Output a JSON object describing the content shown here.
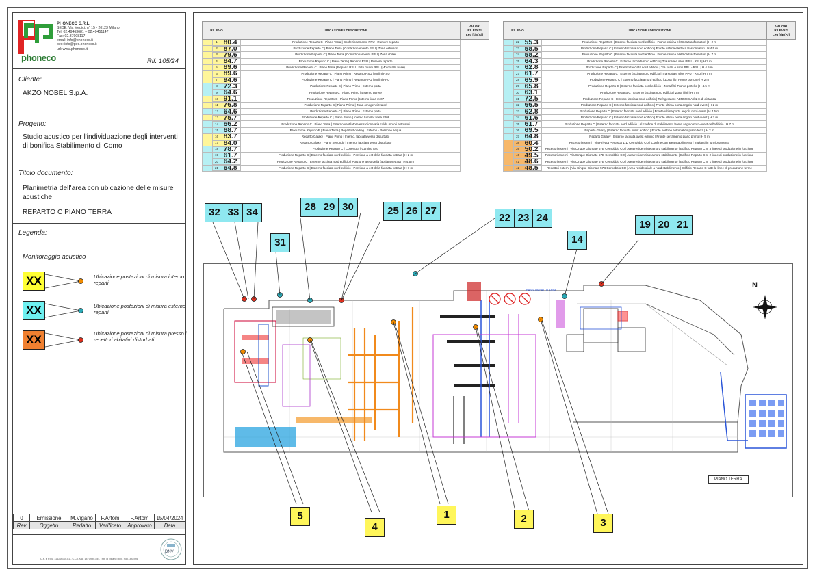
{
  "company": {
    "name": "PHONECO S.R.L.",
    "lines": [
      "SEDE: Via Medici, n° 15 - 20123 Milano",
      "Tel: 02.49463681 – 02.49451147",
      "Fax: 02.37908117",
      "email: info@phoneco.it",
      "pec: info@pec.phoneco.it",
      "url: www.phoneco.it"
    ],
    "logo_text": "phoneco"
  },
  "reference": "Rif. 105/24",
  "client": {
    "label": "Cliente:",
    "value": "AKZO NOBEL S.p.A."
  },
  "project": {
    "label": "Progetto:",
    "value": "Studio acustico per l'individuazione degli interventi di bonifica Stabilimento di Como"
  },
  "document_title": {
    "label": "Titolo documento:",
    "value1": "Planimetria dell'area con ubicazione delle misure acustiche",
    "value2": "REPARTO C PIANO TERRA"
  },
  "legend": {
    "label": "Legenda:",
    "subtitle": "Monitoraggio acustico",
    "items": [
      {
        "code": "XX",
        "color": "#ffff33",
        "dot": "#f28c00",
        "text": "Ubicazione postazioni di misura interno reparti"
      },
      {
        "code": "XX",
        "color": "#6ef0f0",
        "dot": "#2aa9b6",
        "text": "Ubicazione postazioni di misura esterno reparti"
      },
      {
        "code": "XX",
        "color": "#f08030",
        "dot": "#e0301e",
        "text": "Ubicazione postazioni di misura presso i recettori abitativi disturbati"
      }
    ]
  },
  "revision": {
    "row": [
      "0",
      "Emissione",
      "M.Viganò",
      "F.Artom",
      "F.Artom",
      "15/04/2024"
    ],
    "header": [
      "Rev",
      "Oggetto",
      "Redatto",
      "Verificato",
      "Approvato",
      "Data"
    ]
  },
  "certification": {
    "mark": "DNV",
    "text": "C.F. e P.Iva 11626630151 - C.C.I.A.A. 1470990-Mi - Trib. di Milano Reg. Soc. 384998"
  },
  "table_headers": {
    "rilievo": "RILIEVO",
    "ubicazione": "UBICAZIONE / DESCRIZIONE",
    "valori_1": "VALORI",
    "valori_2": "RILEVATI",
    "valori_3": "Leq [dB(A)]"
  },
  "table_left": [
    {
      "n": "1",
      "desc": "Produzione Reparto C | Piano Terra | Confezionamento PPU | Rumore reparto",
      "v": "80.4",
      "c": "#fff69a"
    },
    {
      "n": "2",
      "desc": "Produzione Reparto C | Piano Terra | Confezionamento PPU | Zona estrusori",
      "v": "87.0",
      "c": "#fff69a"
    },
    {
      "n": "3",
      "desc": "Produzione Reparto C | Piano Terra | Confezionamento PPU | Zona chiller",
      "v": "79.6",
      "c": "#fff69a"
    },
    {
      "n": "4",
      "desc": "Produzione Reparto C | Piano Terra | Reparto RSU | Rumore reparto",
      "v": "84.7",
      "c": "#fff69a"
    },
    {
      "n": "5",
      "desc": "Produzione Reparto C | Piano Terra | Reparto RSU | Filtri mulini RSU (Motori alla base)",
      "v": "89.6",
      "c": "#fff69a"
    },
    {
      "n": "6",
      "desc": "Produzione Reparto C | Piano Primo | Reparto RSU | Mulini RSU",
      "v": "89.6",
      "c": "#fff69a"
    },
    {
      "n": "7",
      "desc": "Produzione Reparto C | Piano Primo | Reparto PPU | Mulini PPU",
      "v": "94.6",
      "c": "#fff69a"
    },
    {
      "n": "8",
      "desc": "Produzione Reparto C | Piano Primo | Esterno porta",
      "v": "72.3",
      "c": "#b6f0f4"
    },
    {
      "n": "9",
      "desc": "Produzione Reparto C | Piano Primo | Esterno parete",
      "v": "64.6",
      "c": "#b6f0f4"
    },
    {
      "n": "10",
      "desc": "Produzione Reparto C | Piano Primo | Interno linea 2407",
      "v": "91.1",
      "c": "#fff69a"
    },
    {
      "n": "11",
      "desc": "Produzione Reparto C | Piano Primo | Zona omogeneizzatori",
      "v": "76.8",
      "c": "#fff69a"
    },
    {
      "n": "12",
      "desc": "Produzione Reparto C | Piano Primo | Esterno porta",
      "v": "64.6",
      "c": "#b6f0f4"
    },
    {
      "n": "13",
      "desc": "Produzione Reparto C | Piano Primo | Interno tumbler linea 2208",
      "v": "75.7",
      "c": "#fff69a"
    },
    {
      "n": "14",
      "desc": "Produzione Reparto C | Piano Terra | Esterno ventilatore estrazione aria calda motori estrusori",
      "v": "66.2",
      "c": "#b6f0f4"
    },
    {
      "n": "15",
      "desc": "Produzione Reparto B | Piano Terra | Reparto Bonding | Esterno - Polmone acqua",
      "v": "68.7",
      "c": "#b6f0f4"
    },
    {
      "n": "16",
      "desc": "Reparto Galaxy | Piano Primo | Interno, facciata verso disturbato",
      "v": "83.7",
      "c": "#fff69a"
    },
    {
      "n": "17",
      "desc": "Reparto Galaxy | Piano Secondo | Interno, facciata verso disturbato",
      "v": "84.0",
      "c": "#fff69a"
    },
    {
      "n": "18",
      "desc": "Produzione Reparto C | Copertura | Camino E07",
      "v": "78.7",
      "c": "#b6f0f4"
    },
    {
      "n": "19",
      "desc": "Produzione Reparto C | Esterno facciata nord edificio | Porzione a est della facciata vetrata | H 2 m",
      "v": "61.7",
      "c": "#b6f0f4"
    },
    {
      "n": "20",
      "desc": "Produzione Reparto C | Esterno facciata nord edificio | Porzione a est della facciata vetrata | H 4.5 m",
      "v": "64.2",
      "c": "#b6f0f4"
    },
    {
      "n": "21",
      "desc": "Produzione Reparto C | Esterno facciata nord edificio | Porzione a est della facciata vetrata | H 7 m",
      "v": "64.8",
      "c": "#b6f0f4"
    }
  ],
  "table_right": [
    {
      "n": "22",
      "desc": "Produzione Reparto C | Esterno facciata nord edificio | Fronte cabina elettrica trasformatori | H 2 m",
      "v": "55.3",
      "c": "#b6f0f4"
    },
    {
      "n": "23",
      "desc": "Produzione Reparto C | Esterno facciata nord edificio | Fronte cabina elettrica trasformatori | H 4.5 m",
      "v": "58.5",
      "c": "#b6f0f4"
    },
    {
      "n": "24",
      "desc": "Produzione Reparto C | Esterno facciata nord edificio | Fronte cabina elettrica trasformatori | H 7 m",
      "v": "58.2",
      "c": "#b6f0f4"
    },
    {
      "n": "25",
      "desc": "Produzione Reparto C | Esterno facciata nord edificio | Tra scala e silos PPU - RSU | H 2 m",
      "v": "64.3",
      "c": "#b6f0f4"
    },
    {
      "n": "26",
      "desc": "Produzione Reparto C | Esterno facciata nord edificio | Tra scala e silos PPU - RSU | H 4.5 m",
      "v": "62.8",
      "c": "#b6f0f4"
    },
    {
      "n": "27",
      "desc": "Produzione Reparto C | Esterno facciata nord edificio | Tra scala e silos PPU - RSU | H 7 m",
      "v": "61.7",
      "c": "#b6f0f4"
    },
    {
      "n": "28",
      "desc": "Produzione Reparto C | Esterno facciata nord edificio | Zona filtri Fronte portone | H 2 m",
      "v": "65.9",
      "c": "#b6f0f4"
    },
    {
      "n": "29",
      "desc": "Produzione Reparto C | Esterno facciata nord edificio | Zona filtri Fronte portello | H 4.5 m",
      "v": "65.8",
      "c": "#b6f0f4"
    },
    {
      "n": "30",
      "desc": "Produzione Reparto C | Esterno facciata nord edificio | Zona filtri | H 7 m",
      "v": "63.1",
      "c": "#b6f0f4"
    },
    {
      "n": "31",
      "desc": "Produzione Reparto C | Esterno facciata nord edificio | Refrigeratore AERMEC Ad 1 m di distanza",
      "v": "72.5",
      "c": "#b6f0f4"
    },
    {
      "n": "32",
      "desc": "Produzione Reparto C | Esterno facciata nord edificio | Fronte ultima porta angolo nord-ovest | H 2 m",
      "v": "66.5",
      "c": "#b6f0f4"
    },
    {
      "n": "33",
      "desc": "Produzione Reparto C | Esterno facciata nord edificio | Fronte ultima porta angolo nord-ovest | H 4.5 m",
      "v": "62.8",
      "c": "#b6f0f4"
    },
    {
      "n": "34",
      "desc": "Produzione Reparto C | Esterno facciata nord edificio | Fronte ultima porta angolo nord-ovest | H 7 m",
      "v": "61.6",
      "c": "#b6f0f4"
    },
    {
      "n": "35",
      "desc": "Produzione Reparto C | Esterno facciata nord edificio | Al confine di stabilimento fronte angolo nord-ovest dell'edificio | H 7 m",
      "v": "61.7",
      "c": "#b6f0f4"
    },
    {
      "n": "36",
      "desc": "Reparto Galaxy | Esterno facciata ovest edificio | Fronte portone automatico piano terra | H 2 m",
      "v": "69.5",
      "c": "#b6f0f4"
    },
    {
      "n": "37",
      "desc": "Reparto Galaxy | Esterno facciata ovest edificio | Fronte serramento piano primo | H 5 m",
      "v": "64.8",
      "c": "#b6f0f4"
    },
    {
      "n": "38",
      "desc": "Recettori esterni | Via Privata Perlasca 11D Cernobbio CO | Confine con area stabilimento | Impianti in funzionamento",
      "v": "60.4",
      "c": "#f7b86a"
    },
    {
      "n": "39",
      "desc": "Recettori esterni | Via Cinque Giornate 57B Cernobbio CO | Area residenziale a nord stabilimento | Edificio Reparto C n. 3 linee di produzione in funzione",
      "v": "50.2",
      "c": "#f7b86a"
    },
    {
      "n": "40",
      "desc": "Recettori esterni | Via Cinque Giornate 57B Cernobbio CO | Area residenziale a nord stabilimento | Edificio Reparto C n. 2 linee di produzione in funzione",
      "v": "49.5",
      "c": "#f7b86a"
    },
    {
      "n": "41",
      "desc": "Recettori esterni | Via Cinque Giornate 57B Cernobbio CO | Area residenziale a nord stabilimento | Edificio Reparto C n. 1 linee di produzione in funzione",
      "v": "48.6",
      "c": "#f7b86a"
    },
    {
      "n": "42",
      "desc": "Recettori esterni | Via Cinque Giornate 57B Cernobbio CO | Area residenziale a nord stabilimento | Edificio Reparto C tutte le linee di produzione ferme",
      "v": "48.5",
      "c": "#f7b86a"
    }
  ],
  "callouts_top": [
    [
      "32",
      "33",
      "34"
    ],
    [
      "31"
    ],
    [
      "28",
      "29",
      "30"
    ],
    [
      "25",
      "26",
      "27"
    ],
    [
      "22",
      "23",
      "24"
    ],
    [
      "14"
    ],
    [
      "19",
      "20",
      "21"
    ]
  ],
  "callouts_bottom": [
    "5",
    "4",
    "1",
    "2",
    "3"
  ],
  "plan": {
    "label": "PIANO TERRA",
    "north": "N",
    "sign_text": "BASSO IMPATTO AREA"
  }
}
